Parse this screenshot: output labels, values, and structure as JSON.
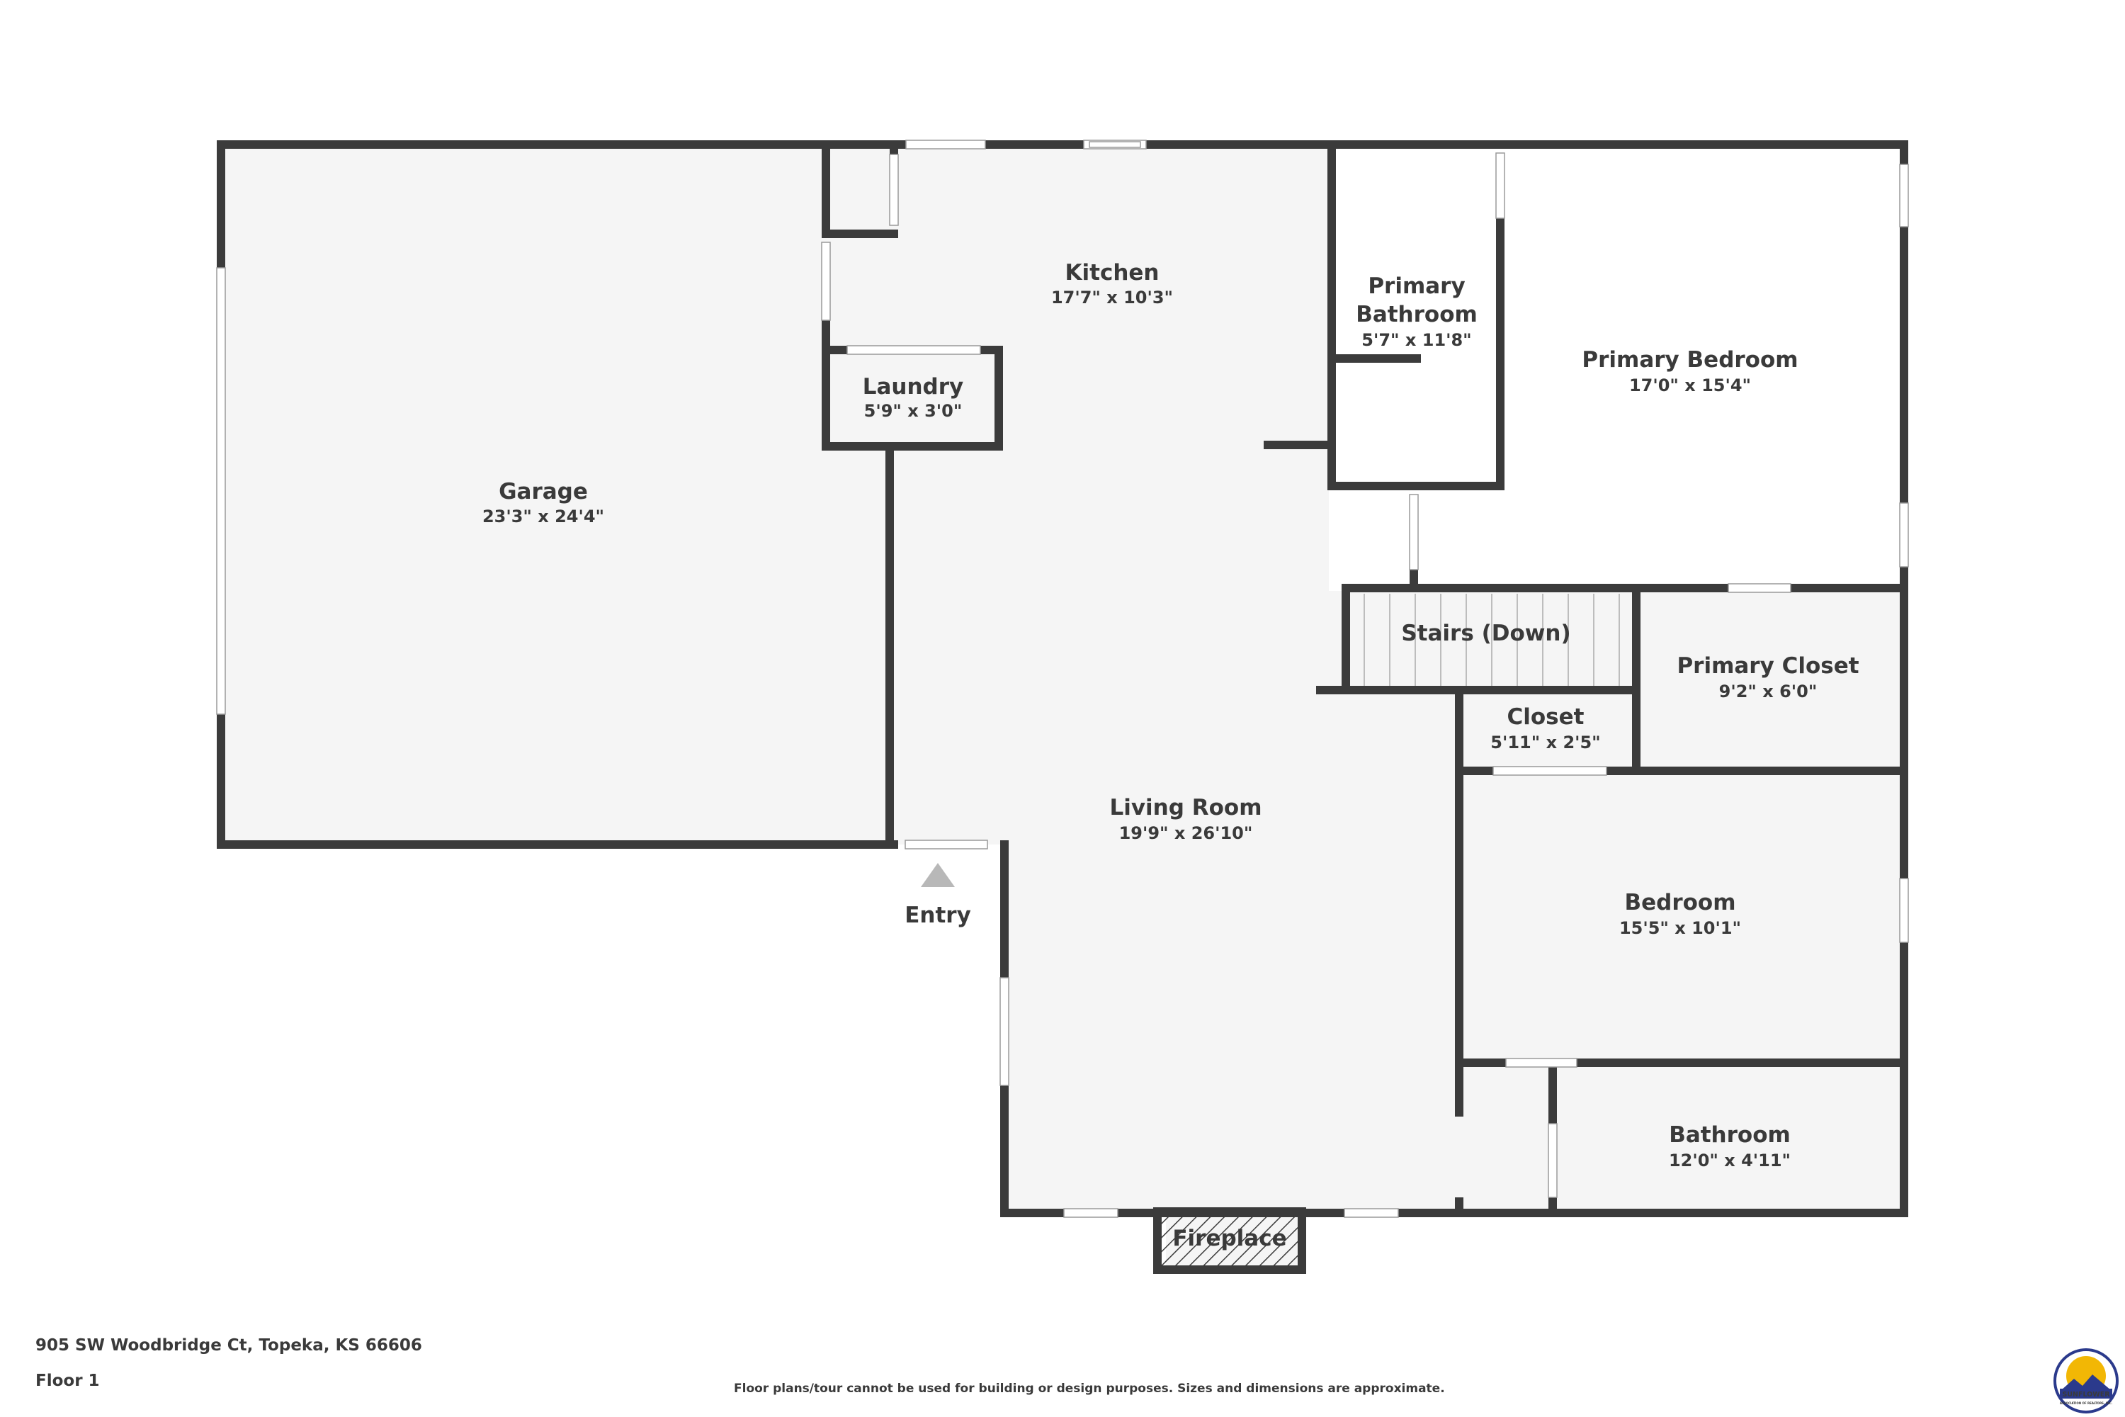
{
  "floor_plan": {
    "rooms": [
      {
        "name": "Garage",
        "dimensions": "23'3\" x 24'4\""
      },
      {
        "name": "Kitchen",
        "dimensions": "17'7\" x 10'3\""
      },
      {
        "name": "Laundry",
        "dimensions": "5'9\" x 3'0\""
      },
      {
        "name_lines": [
          "Primary",
          "Bathroom"
        ],
        "dimensions": "5'7\" x 11'8\""
      },
      {
        "name": "Primary Bedroom",
        "dimensions": "17'0\" x 15'4\""
      },
      {
        "name": "Stairs (Down)"
      },
      {
        "name": "Primary Closet",
        "dimensions": "9'2\" x 6'0\""
      },
      {
        "name": "Closet",
        "dimensions": "5'11\" x 2'5\""
      },
      {
        "name": "Living Room",
        "dimensions": "19'9\" x 26'10\""
      },
      {
        "name": "Bedroom",
        "dimensions": "15'5\" x 10'1\""
      },
      {
        "name": "Bathroom",
        "dimensions": "12'0\" x 4'11\""
      },
      {
        "name": "Fireplace"
      }
    ],
    "entry_label": "Entry"
  },
  "footer": {
    "address": "905 SW Woodbridge Ct, Topeka, KS 66606",
    "floor": "Floor 1",
    "disclaimer": "Floor plans/tour cannot be used for building or design purposes. Sizes and dimensions are approximate."
  },
  "logo": {
    "text": "SUNFLOWER",
    "subtext": "ASSOCIATION OF REALTORS, INC."
  },
  "colors": {
    "wall": "#3b3b3b",
    "floor": "#f5f5f5",
    "opening": "#ffffff",
    "text": "#3a3a3a",
    "entry_arrow": "#b8b8b8",
    "logo_blue": "#2b3a8c",
    "logo_gold": "#f2b705"
  }
}
